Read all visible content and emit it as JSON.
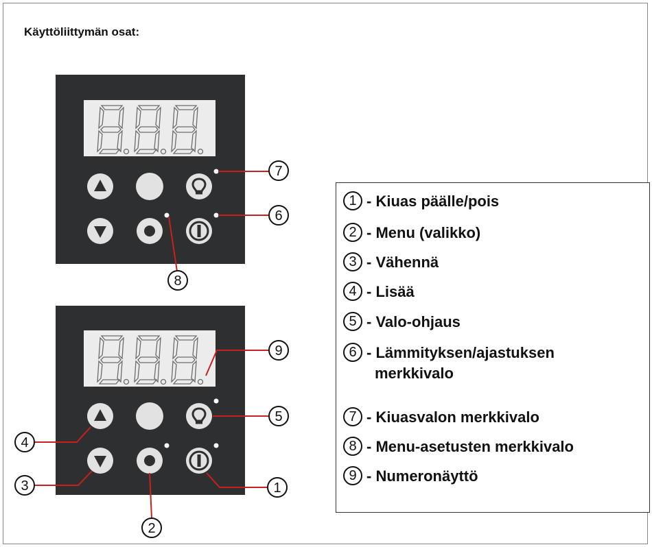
{
  "title": "Käyttöliittymän osat:",
  "colors": {
    "panel": "#2e2f30",
    "display_bg": "#ececec",
    "button_fill": "#e2e2e2",
    "pointer_line": "#c8201e",
    "indicator_dot": "#ffffff"
  },
  "icons": {
    "up": "triangle-up-icon",
    "down": "triangle-down-icon",
    "menu": "circle-button-icon",
    "light": "light-bulb-icon",
    "power": "power-icon"
  },
  "callouts": {
    "top": [
      "7",
      "6",
      "8"
    ],
    "bottom": [
      "9",
      "5",
      "4",
      "3",
      "1",
      "2"
    ]
  },
  "legend": [
    {
      "num": "1",
      "text": "- Kiuas päälle/pois"
    },
    {
      "num": "2",
      "text": "- Menu (valikko)"
    },
    {
      "num": "3",
      "text": "- Vähennä"
    },
    {
      "num": "4",
      "text": "- Lisää"
    },
    {
      "num": "5",
      "text": "- Valo-ohjaus"
    },
    {
      "num": "6",
      "text": "- Lämmityksen/ajastuksen",
      "text2": "merkkivalo"
    },
    {
      "num": "7",
      "text": "- Kiuasvalon merkkivalo"
    },
    {
      "num": "8",
      "text": "- Menu-asetusten merkkivalo"
    },
    {
      "num": "9",
      "text": "- Numeronäyttö"
    }
  ]
}
